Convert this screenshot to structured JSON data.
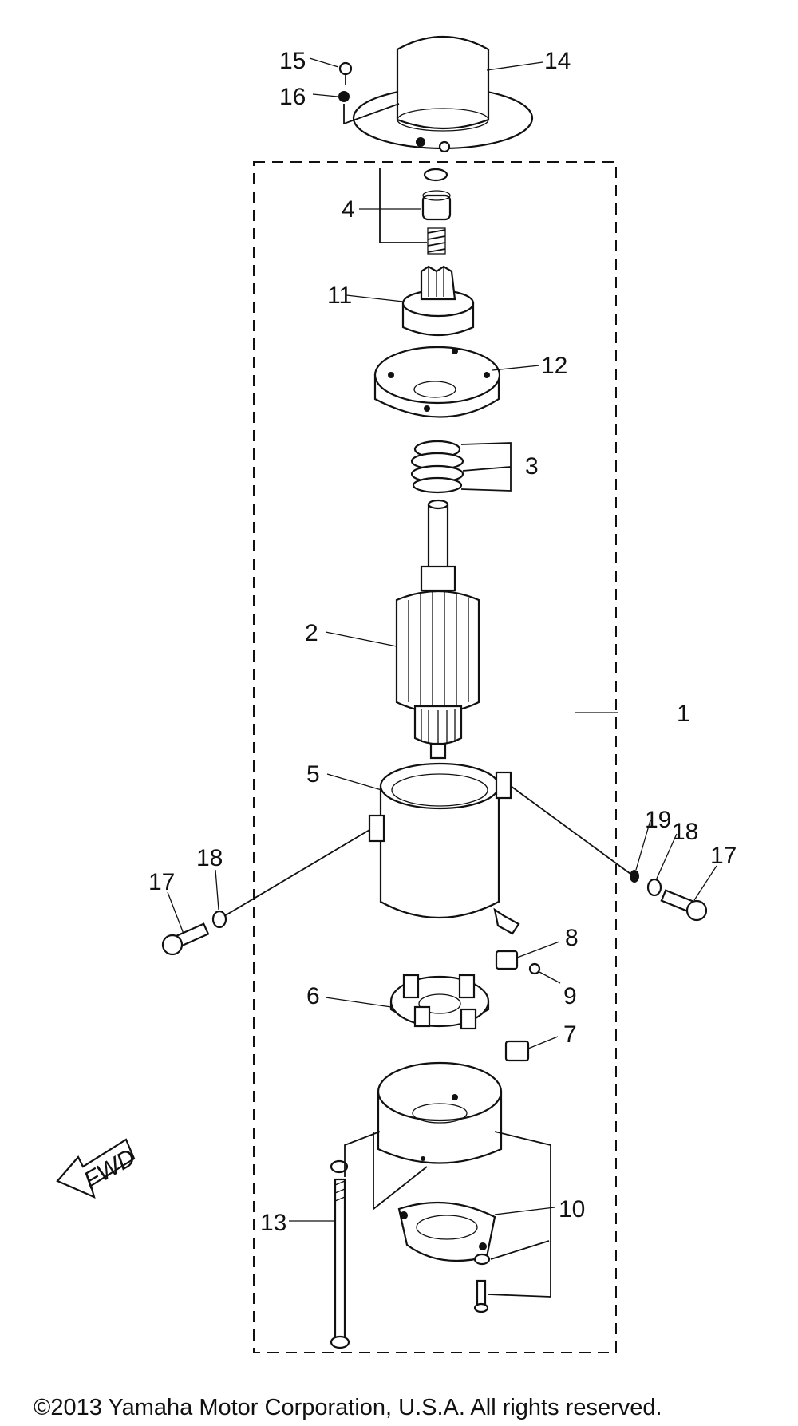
{
  "labels": {
    "p1": "1",
    "p2": "2",
    "p3": "3",
    "p4": "4",
    "p5": "5",
    "p6": "6",
    "p7": "7",
    "p8": "8",
    "p9": "9",
    "p10": "10",
    "p11": "11",
    "p12": "12",
    "p13": "13",
    "p14": "14",
    "p15": "15",
    "p16": "16",
    "p17": "17",
    "p18": "18",
    "p19": "19",
    "fwd": "FWD"
  },
  "copyright": "©2013 Yamaha Motor Corporation, U.S.A. All rights reserved."
}
